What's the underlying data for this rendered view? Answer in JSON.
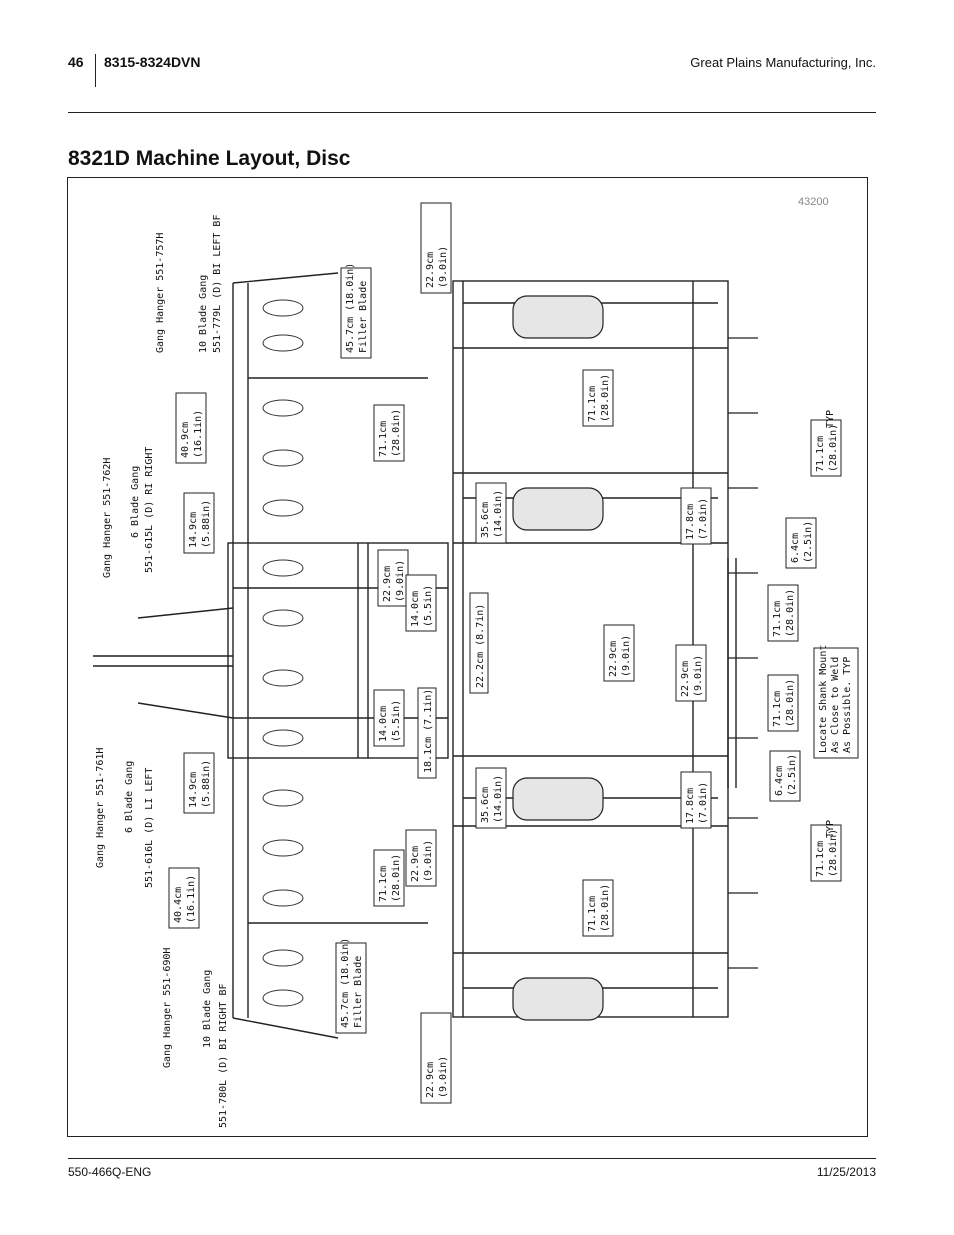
{
  "header": {
    "page_number": "46",
    "model": "8315-8324DVN",
    "company": "Great Plains Manufacturing, Inc."
  },
  "title": "8321D Machine Layout, Disc",
  "figure": {
    "figure_id": "43200",
    "labels": {
      "gh_757": "Gang Hanger 551-757H",
      "gang_10_left_a": "10 Blade Gang",
      "gang_10_left_b": "551-779L (D) BI LEFT BF",
      "gh_762": "Gang Hanger 551-762H",
      "gang_6_right_a": "6 Blade Gang",
      "gang_6_right_b": "551-615L (D) RI RIGHT",
      "gh_761": "Gang Hanger 551-761H",
      "gang_6_left_a": "6 Blade Gang",
      "gang_6_left_b": "551-616L (D) LI LEFT",
      "gh_690": "Gang Hanger 551-690H",
      "gang_10_right_a": "10 Blade Gang",
      "gang_10_right_b": "551-780L (D) BI RIGHT BF",
      "filler_a": "45.7cm (18.0in)",
      "filler_b": "Filler Blade",
      "filler2_a": "45.7cm (18.0in)",
      "filler2_b": "Filler Blade",
      "locate_1": "Locate Shank Mount",
      "locate_2": "As Close to Weld",
      "locate_3": "As Possible. TYP",
      "typ_top": "TYP",
      "typ_bottom": "TYP"
    },
    "dims": {
      "d_409_a": "40.9cm",
      "d_409_b": "(16.1in)",
      "d_149_a": "14.9cm",
      "d_149_b": "(5.88in)",
      "d_149b_a": "14.9cm",
      "d_149b_b": "(5.88in)",
      "d_404_a": "40.4cm",
      "d_404_b": "(16.1in)",
      "d_229t_a": "22.9cm",
      "d_229t_b": "(9.0in)",
      "d_229bot_a": "22.9cm",
      "d_229bot_b": "(9.0in)",
      "d_711a_a": "71.1cm",
      "d_711a_b": "(28.0in)",
      "d_711b_a": "71.1cm",
      "d_711b_b": "(28.0in)",
      "d_711c_a": "71.1cm",
      "d_711c_b": "(28.0in)",
      "d_711d_a": "71.1cm",
      "d_711d_b": "(28.0in)",
      "d_711e_a": "71.1cm",
      "d_711e_b": "(28.0in)",
      "d_711f_a": "71.1cm",
      "d_711f_b": "(28.0in)",
      "d_711g_a": "71.1cm",
      "d_711g_b": "(28.0in)",
      "d_711h_a": "71.1cm",
      "d_711h_b": "(28.0in)",
      "d_229a_a": "22.9cm",
      "d_229a_b": "(9.0in)",
      "d_229b_a": "22.9cm",
      "d_229b_b": "(9.0in)",
      "d_229c_a": "22.9cm",
      "d_229c_b": "(9.0in)",
      "d_229d_a": "22.9cm",
      "d_229d_b": "(9.0in)",
      "d_40a_a": "14.0cm",
      "d_40a_b": "(5.5in)",
      "d_40b_a": "14.0cm",
      "d_40b_b": "(5.5in)",
      "d_222": "22.2cm (8.7in)",
      "d_181": "18.1cm (7.1in)",
      "d_356a_a": "35.6cm",
      "d_356a_b": "(14.0in)",
      "d_356b_a": "35.6cm",
      "d_356b_b": "(14.0in)",
      "d_178a_a": "17.8cm",
      "d_178a_b": "(7.0in)",
      "d_178b_a": "17.8cm",
      "d_178b_b": "(7.0in)",
      "d_64a_a": "6.4cm",
      "d_64a_b": "(2.5in)",
      "d_64b_a": "6.4cm",
      "d_64b_b": "(2.5in)"
    }
  },
  "footer": {
    "doc_number": "550-466Q-ENG",
    "date": "11/25/2013"
  }
}
